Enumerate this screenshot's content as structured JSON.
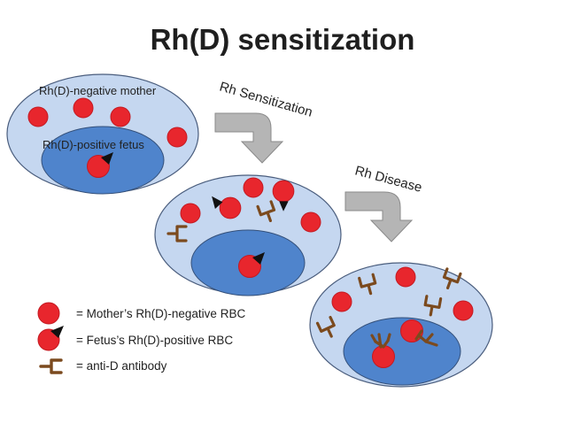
{
  "title": "Rh(D) sensitization",
  "labels": {
    "mother": "Rh(D)-negative mother",
    "fetus": "Rh(D)-positive fetus",
    "sensitization": "Rh Sensitization",
    "disease": "Rh Disease"
  },
  "legend": [
    {
      "symbol": "maternal-rbc",
      "text": "= Mother’s Rh(D)-negative RBC"
    },
    {
      "symbol": "fetal-rbc",
      "text": "= Fetus’s Rh(D)-positive RBC"
    },
    {
      "symbol": "antibody",
      "text": "= anti-D antibody"
    }
  ],
  "colors": {
    "outer_oval": "#c5d7f0",
    "oval_stroke": "#4a5d7d",
    "inner_oval": "#4f84cc",
    "rbc": "#e8262d",
    "rbc_stroke": "#c41a22",
    "antigen": "#111111",
    "antibody": "#7b4a1e",
    "arrow": "#b5b5b5"
  }
}
